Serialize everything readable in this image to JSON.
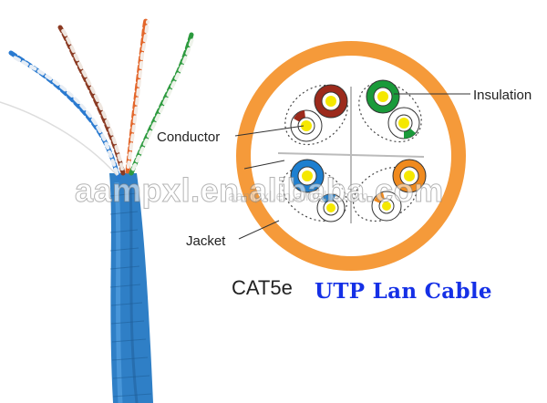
{
  "labels": {
    "insulation": "Insulation",
    "conductor": "Conductor",
    "jacket": "Jacket"
  },
  "caption": {
    "category": "CAT5e",
    "type": "UTP Lan Cable"
  },
  "watermark": {
    "main": "aampxl.en.alibaba.com",
    "small": "aampxl.en.alibaba.com"
  },
  "colors": {
    "jacket": "#f59a3a",
    "cable": "#2f7fc6",
    "title": "#1530e6",
    "pairs": [
      "#9c2a1c",
      "#1a9a3a",
      "#1d7fd0",
      "#f08a1e"
    ],
    "conductor": "#f5e800"
  }
}
